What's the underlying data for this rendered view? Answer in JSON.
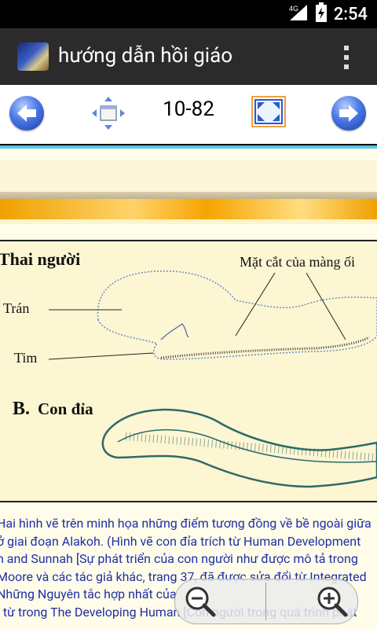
{
  "status_bar": {
    "network": "4G",
    "time": "2:54"
  },
  "action_bar": {
    "title": "hướng dẫn hồi giáo"
  },
  "toolbar": {
    "page_indicator": "10-82"
  },
  "figure": {
    "title": "Thai người",
    "label_membrane": "Mặt cắt của màng ối",
    "label_forehead": "Trán",
    "label_heart": "Tim",
    "section_b_letter": "B.",
    "section_b_title": "Con đỉa"
  },
  "body_text": {
    "lines": [
      "Hai hình vẽ trên minh họa những điểm tương đồng về bề ngoài giữa",
      "ở giai đoạn Alakoh. (Hình vẽ con đỉa trích từ Human Development",
      "n and Sunnah [Sự phát triển của con người như được mô tả trong",
      "Moore và các tác giả khác, trang 37, đã được sửa đổi từ Integrated",
      "Những Nguyên tắc hợp nhất của",
      "i từ trong The Developing Human [Con người trong quá trình phát"
    ]
  },
  "zoom": {
    "out_label": "zoom out",
    "in_label": "zoom in"
  },
  "colors": {
    "accent_line": "#5cc6e8",
    "text_blue": "#1f2fa6",
    "page_bg": "#fffdea"
  }
}
